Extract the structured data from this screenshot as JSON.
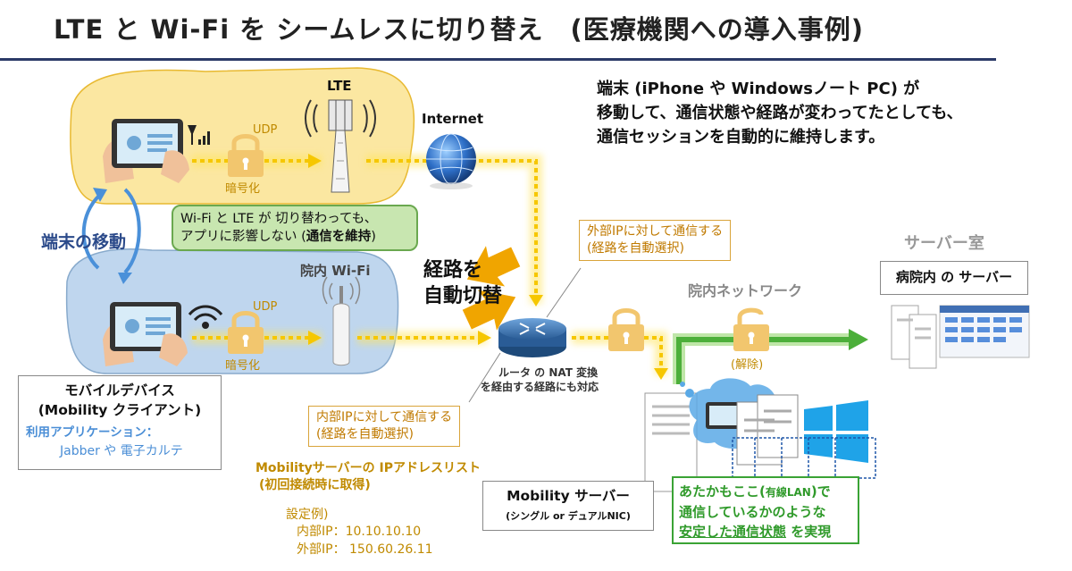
{
  "title": "LTE と Wi-Fi を シームレスに切り替え　(医療機関への導入事例)",
  "description": [
    "端末 (iPhone や Windowsノート PC) が",
    "移動して、通信状態や経路が変わってたとしても、",
    "通信セッションを自動的に維持します。"
  ],
  "lte": {
    "label": "LTE",
    "protocol": "UDP",
    "encrypt": "暗号化"
  },
  "internet": {
    "label": "Internet"
  },
  "wifi": {
    "label": "院内 Wi-Fi",
    "protocol": "UDP",
    "encrypt": "暗号化"
  },
  "move": {
    "label": "端末の移動"
  },
  "callout": {
    "line1": "Wi-Fi と LTE が 切り替わっても、",
    "line2a": "アプリに影響しない (",
    "line2b": "通信を維持",
    "line2c": ")"
  },
  "route_switch": {
    "line1": "経路を",
    "line2": "自動切替"
  },
  "router": {
    "line1": "ルータ の NAT 変換",
    "line2": "を経由する経路にも対応"
  },
  "external_ip": {
    "line1": "外部IPに対して通信する",
    "line2": "(経路を自動選択)"
  },
  "internal_ip": {
    "line1": "内部IPに対して通信する",
    "line2": "(経路を自動選択)"
  },
  "hospital_network": {
    "label": "院内ネットワーク"
  },
  "unlock": {
    "label": "(解除)"
  },
  "server_room": {
    "label": "サーバー室",
    "box": "病院内 の サーバー"
  },
  "device": {
    "line1": "モバイルデバイス",
    "line2": "(Mobility クライアント)",
    "apps_label": "利用アプリケーション：",
    "apps": "Jabber や 電子カルテ"
  },
  "ip_list": {
    "title": "Mobilityサーバーの IPアドレスリスト",
    "subtitle": "(初回接続時に取得)",
    "example": "設定例)",
    "internal": "内部IP：10.10.10.10",
    "external": "外部IP： 150.60.26.11"
  },
  "mobility_server": {
    "line1": "Mobility サーバー",
    "line2": "(シングル or デュアルNIC)"
  },
  "green_note": {
    "line1a": "あたかもここ(",
    "line1b": "有線LAN",
    "line1c": ")で",
    "line2": "通信しているかのような",
    "line3a": "安定した通信状態",
    "line3b": " を実現"
  },
  "colors": {
    "title_rule": "#2b3a67",
    "lte_area": "#fbe7a1",
    "wifi_area": "#bfd6ee",
    "yellow_path": "#f6c700",
    "green_path": "#4caf3a",
    "lock": "#f2c66e",
    "router": "#3a6ea5",
    "orange_arrow": "#f0a500"
  }
}
